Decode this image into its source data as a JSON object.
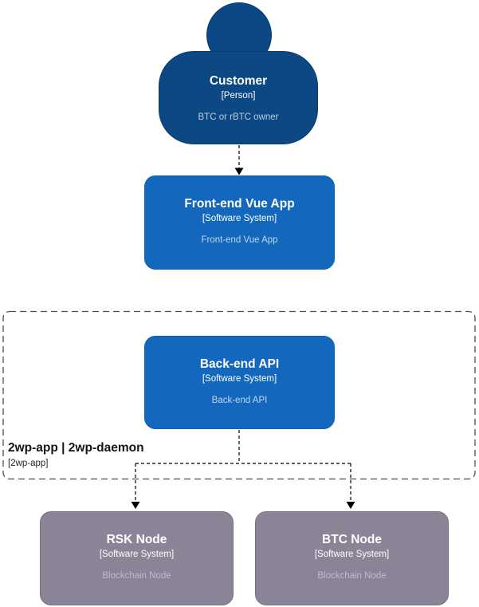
{
  "diagram": {
    "kind": "c4-context-diagram",
    "background": "#ffffff",
    "colors": {
      "person_fill": "#0b4884",
      "person_border": "#073b6f",
      "system_fill": "#1368bd",
      "system_border": "#0f5fae",
      "external_fill": "#8b8396",
      "external_border": "#766e82",
      "edge_color": "#000000",
      "boundary_stroke": "#4d4d4d"
    },
    "nodes": {
      "customer": {
        "title": "Customer",
        "type_label": "[Person]",
        "description": "BTC or rBTC owner"
      },
      "frontend": {
        "title": "Front-end Vue App",
        "type_label": "[Software System]",
        "description": "Front-end Vue App"
      },
      "backend": {
        "title": "Back-end API",
        "type_label": "[Software System]",
        "description": "Back-end API"
      },
      "rsk": {
        "title": "RSK Node",
        "type_label": "[Software System]",
        "description": "Blockchain Node"
      },
      "btc": {
        "title": "BTC Node",
        "type_label": "[Software System]",
        "description": "Blockchain Node"
      }
    },
    "boundary": {
      "title": "2wp-app | 2wp-daemon",
      "type_label": "[2wp-app]"
    },
    "edges": [
      {
        "from": "customer",
        "to": "frontend",
        "style": "dashed-arrow"
      },
      {
        "from": "backend",
        "to": "rsk",
        "style": "dashed-arrow"
      },
      {
        "from": "backend",
        "to": "btc",
        "style": "dashed-arrow"
      }
    ]
  }
}
